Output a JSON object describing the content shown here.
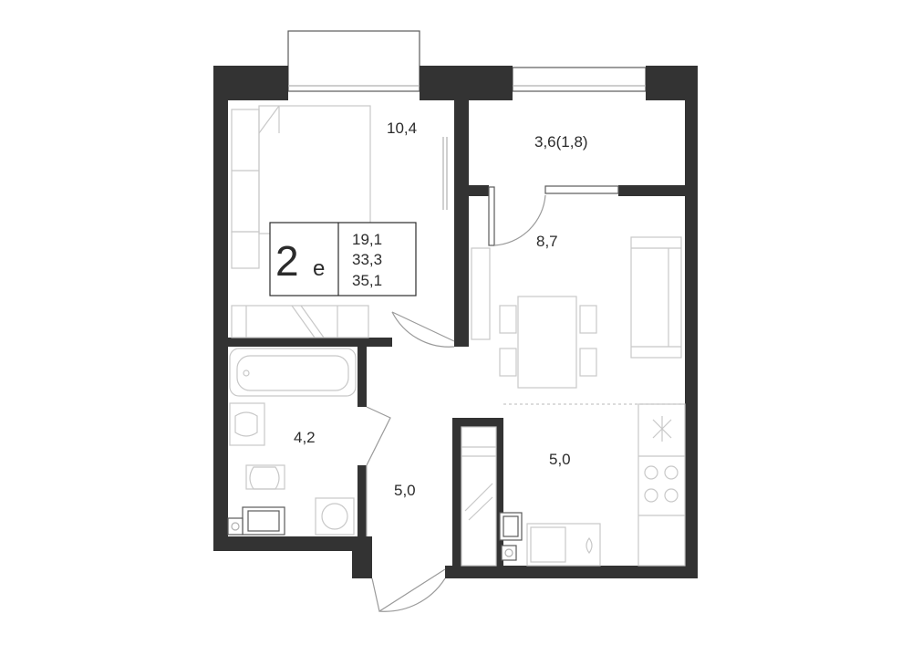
{
  "plan": {
    "apartment_type": "2",
    "apartment_type_suffix": "е",
    "area_living": "19,1",
    "area_main": "33,3",
    "area_total": "35,1",
    "rooms": {
      "bedroom": "10,4",
      "balcony": "3,6(1,8)",
      "living_room": "8,7",
      "bathroom": "4,2",
      "hallway": "5,0",
      "kitchen": "5,0"
    },
    "colors": {
      "wall": "#333333",
      "furniture": "#c8c8c8",
      "text": "#2b2b2b"
    }
  }
}
